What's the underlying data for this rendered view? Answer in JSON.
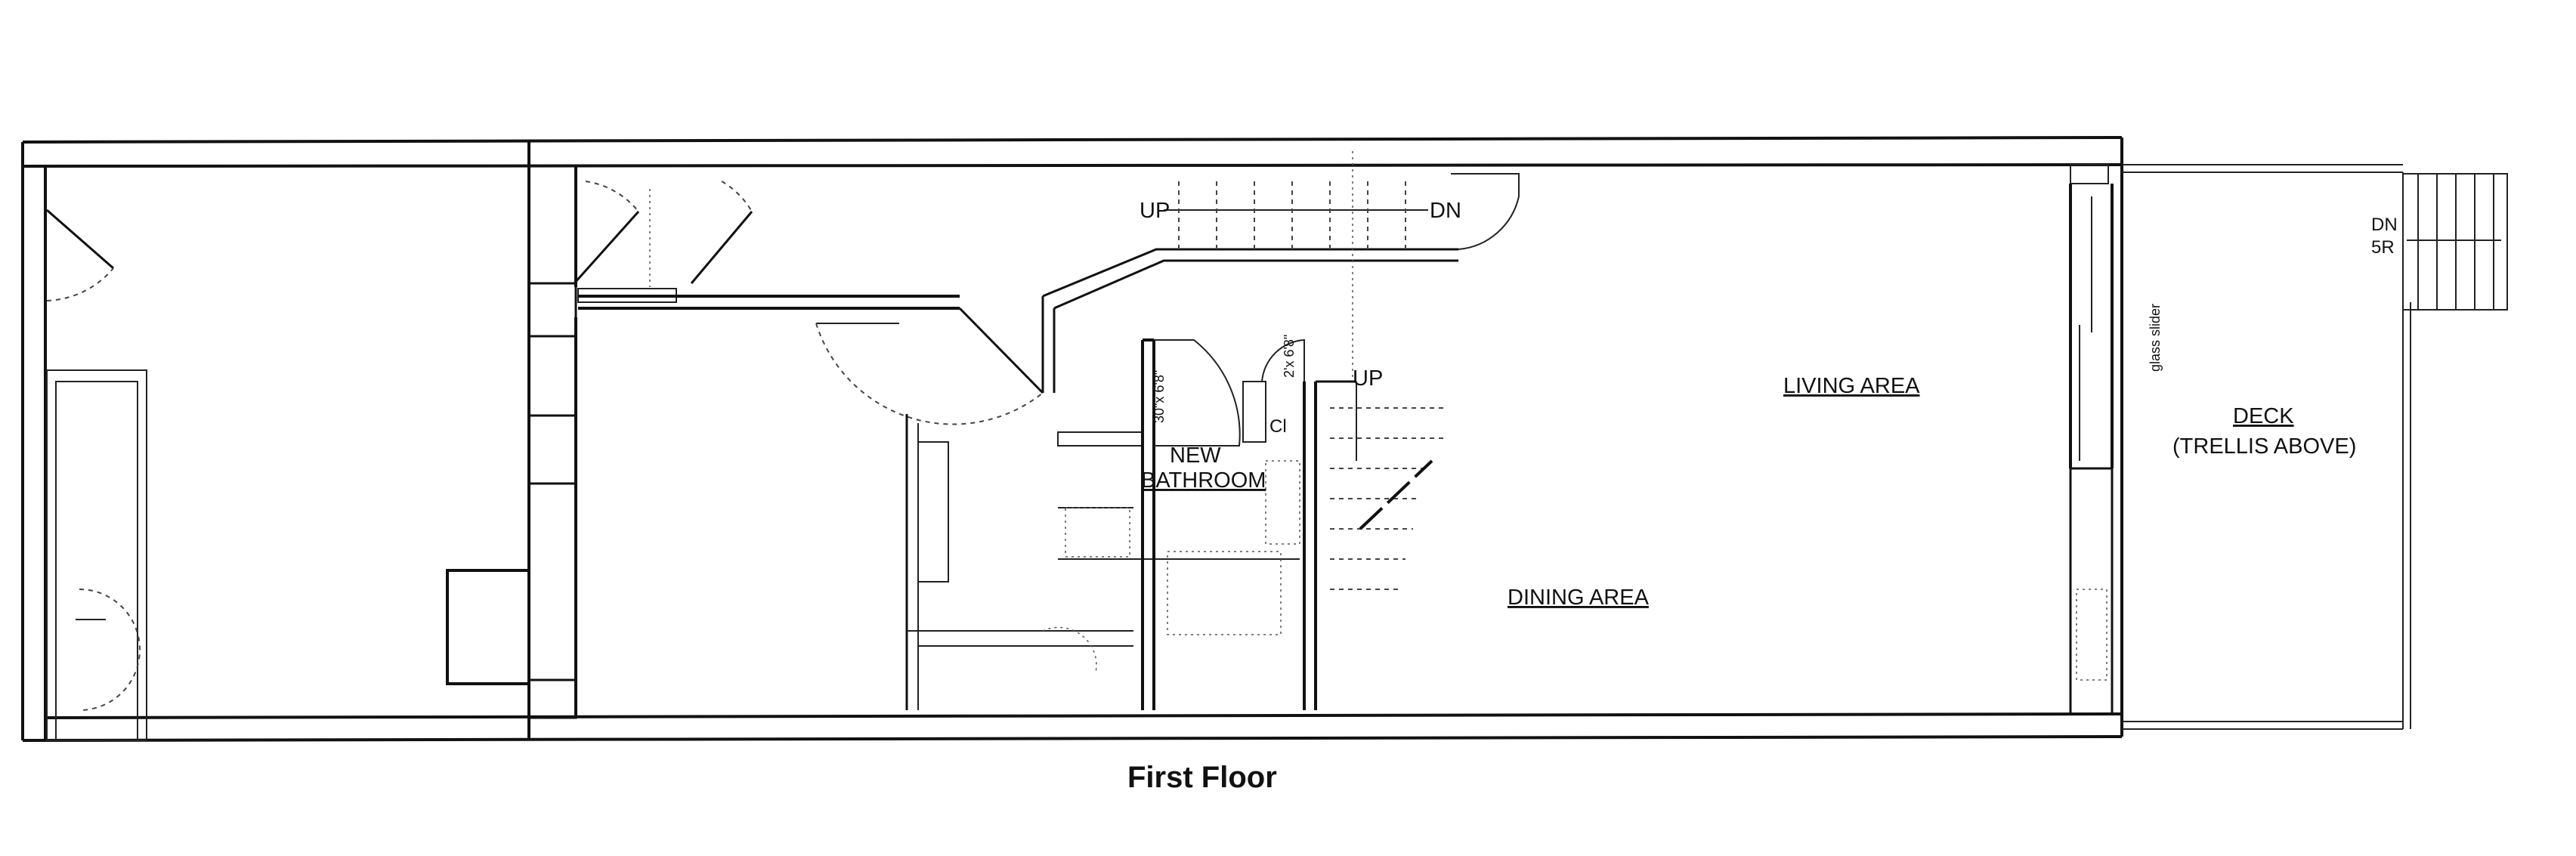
{
  "title": "First Floor",
  "rooms": {
    "living": "LIVING AREA",
    "dining": "DINING AREA",
    "bath_line1": "NEW",
    "bath_line2": "BATHROOM",
    "deck": "DECK",
    "deck_note": "(TRELLIS ABOVE)"
  },
  "annotations": {
    "glass_slider": "glass slider",
    "stair_up_left": "UP",
    "stair_dn_right": "DN",
    "stair_up_center": "UP",
    "deck_dn": "DN",
    "deck_risers": "5R",
    "closet": "Cl",
    "door_size_1": "30\"x 6'8\"",
    "door_size_2": "2'x 6'8\""
  },
  "colors": {
    "line": "#111111",
    "background": "#ffffff"
  }
}
